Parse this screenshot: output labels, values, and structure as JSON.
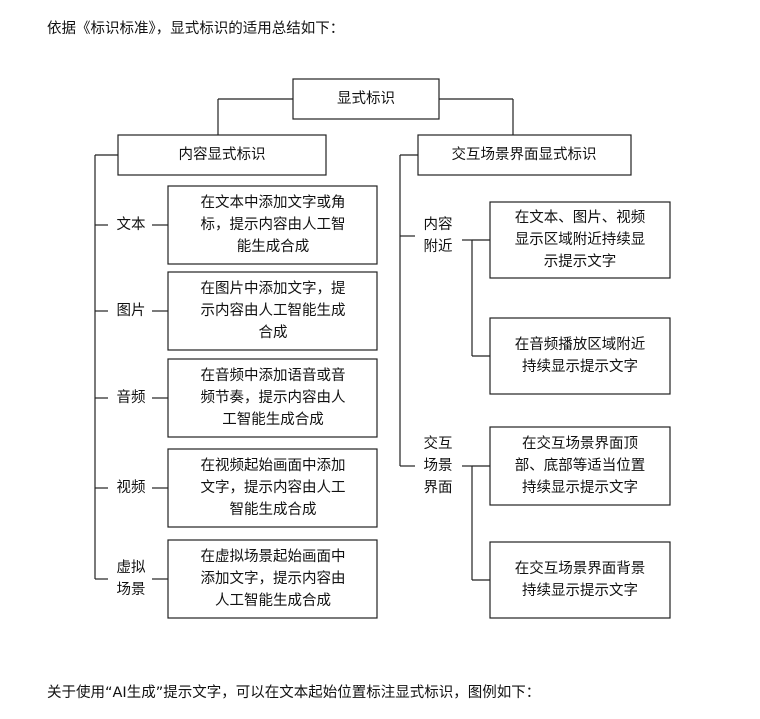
{
  "intro_text": "依据《标识标准》，显式标识的适用总结如下：",
  "outro_text": "关于使用“AI生成”提示文字，可以在文本起始位置标注显式标识，图例如下：",
  "diagram": {
    "root": "显式标识",
    "left_branch": {
      "title": "内容显式标识",
      "items": [
        {
          "label": [
            "文本"
          ],
          "desc": [
            "在文本中添加文字或角",
            "标，提示内容由人工智",
            "能生成合成"
          ]
        },
        {
          "label": [
            "图片"
          ],
          "desc": [
            "在图片中添加文字，提",
            "示内容由人工智能生成",
            "合成"
          ]
        },
        {
          "label": [
            "音频"
          ],
          "desc": [
            "在音频中添加语音或音",
            "频节奏，提示内容由人",
            "工智能生成合成"
          ]
        },
        {
          "label": [
            "视频"
          ],
          "desc": [
            "在视频起始画面中添加",
            "文字，提示内容由人工",
            "智能生成合成"
          ]
        },
        {
          "label": [
            "虚拟",
            "场景"
          ],
          "desc": [
            "在虚拟场景起始画面中",
            "添加文字，提示内容由",
            "人工智能生成合成"
          ]
        }
      ]
    },
    "right_branch": {
      "title": "交互场景界面显式标识",
      "groups": [
        {
          "label": [
            "内容",
            "附近"
          ],
          "items": [
            [
              "在文本、图片、视频",
              "显示区域附近持续显",
              "示提示文字"
            ],
            [
              "在音频播放区域附近",
              "持续显示提示文字"
            ]
          ]
        },
        {
          "label": [
            "交互",
            "场景",
            "界面"
          ],
          "items": [
            [
              "在交互场景界面顶",
              "部、底部等适当位置",
              "持续显示提示文字"
            ],
            [
              "在交互场景界面背景",
              "持续显示提示文字"
            ]
          ]
        }
      ]
    }
  }
}
